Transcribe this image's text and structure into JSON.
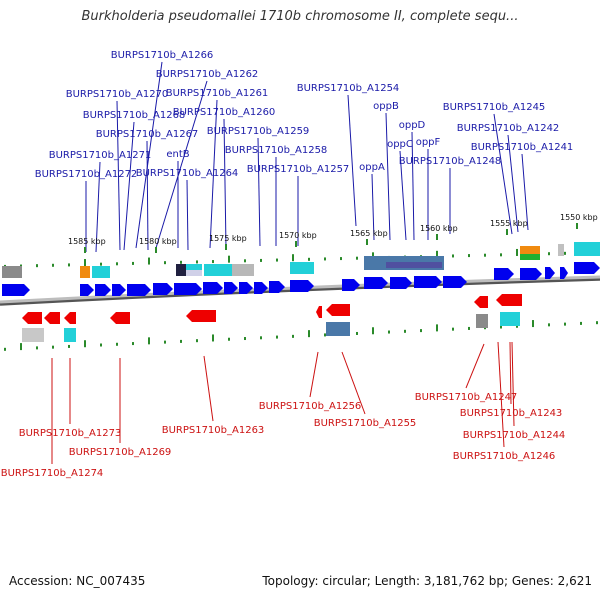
{
  "title": "Burkholderia pseudomallei 1710b chromosome II, complete sequ...",
  "footer": {
    "accession": "Accession: NC_007435",
    "stats": "Topology: circular; Length: 3,181,762 bp; Genes: 2,621"
  },
  "colors": {
    "forward_strand": "#0000ee",
    "reverse_strand": "#ee0000",
    "forward_label": "#1a1aa8",
    "reverse_label": "#cc1111",
    "backbone": "#8a8a8a",
    "tick": "#2a8a2a",
    "feature_cyan": "#22d0d8",
    "feature_blue_grey": "#4a78a8",
    "feature_grey": "#8a8a8a",
    "feature_orange": "#f08a10"
  },
  "ruler": [
    {
      "label": "1585 kbp"
    },
    {
      "label": "1580 kbp"
    },
    {
      "label": "1575 kbp"
    },
    {
      "label": "1570 kbp"
    },
    {
      "label": "1565 kbp"
    },
    {
      "label": "1560 kbp"
    },
    {
      "label": "1555 kbp"
    },
    {
      "label": "1550 kbp"
    }
  ],
  "top_genes": [
    {
      "name": "BURPS1710b_A1266"
    },
    {
      "name": "BURPS1710b_A1262"
    },
    {
      "name": "BURPS1710b_A1270"
    },
    {
      "name": "BURPS1710b_A1261"
    },
    {
      "name": "BURPS1710b_A1268"
    },
    {
      "name": "BURPS1710b_A1260"
    },
    {
      "name": "BURPS1710b_A1267"
    },
    {
      "name": "BURPS1710b_A1259"
    },
    {
      "name": "BURPS1710b_A1271"
    },
    {
      "name": "entB"
    },
    {
      "name": "BURPS1710b_A1258"
    },
    {
      "name": "BURPS1710b_A1272"
    },
    {
      "name": "BURPS1710b_A1264"
    },
    {
      "name": "BURPS1710b_A1257"
    },
    {
      "name": "BURPS1710b_A1254"
    },
    {
      "name": "oppB"
    },
    {
      "name": "oppD"
    },
    {
      "name": "oppC"
    },
    {
      "name": "oppF"
    },
    {
      "name": "oppA"
    },
    {
      "name": "BURPS1710b_A1248"
    },
    {
      "name": "BURPS1710b_A1245"
    },
    {
      "name": "BURPS1710b_A1242"
    },
    {
      "name": "BURPS1710b_A1241"
    }
  ],
  "bottom_genes": [
    {
      "name": "BURPS1710b_A1273"
    },
    {
      "name": "BURPS1710b_A1274"
    },
    {
      "name": "BURPS1710b_A1269"
    },
    {
      "name": "BURPS1710b_A1263"
    },
    {
      "name": "BURPS1710b_A1256"
    },
    {
      "name": "BURPS1710b_A1255"
    },
    {
      "name": "BURPS1710b_A1247"
    },
    {
      "name": "BURPS1710b_A1243"
    },
    {
      "name": "BURPS1710b_A1244"
    },
    {
      "name": "BURPS1710b_A1246"
    }
  ]
}
